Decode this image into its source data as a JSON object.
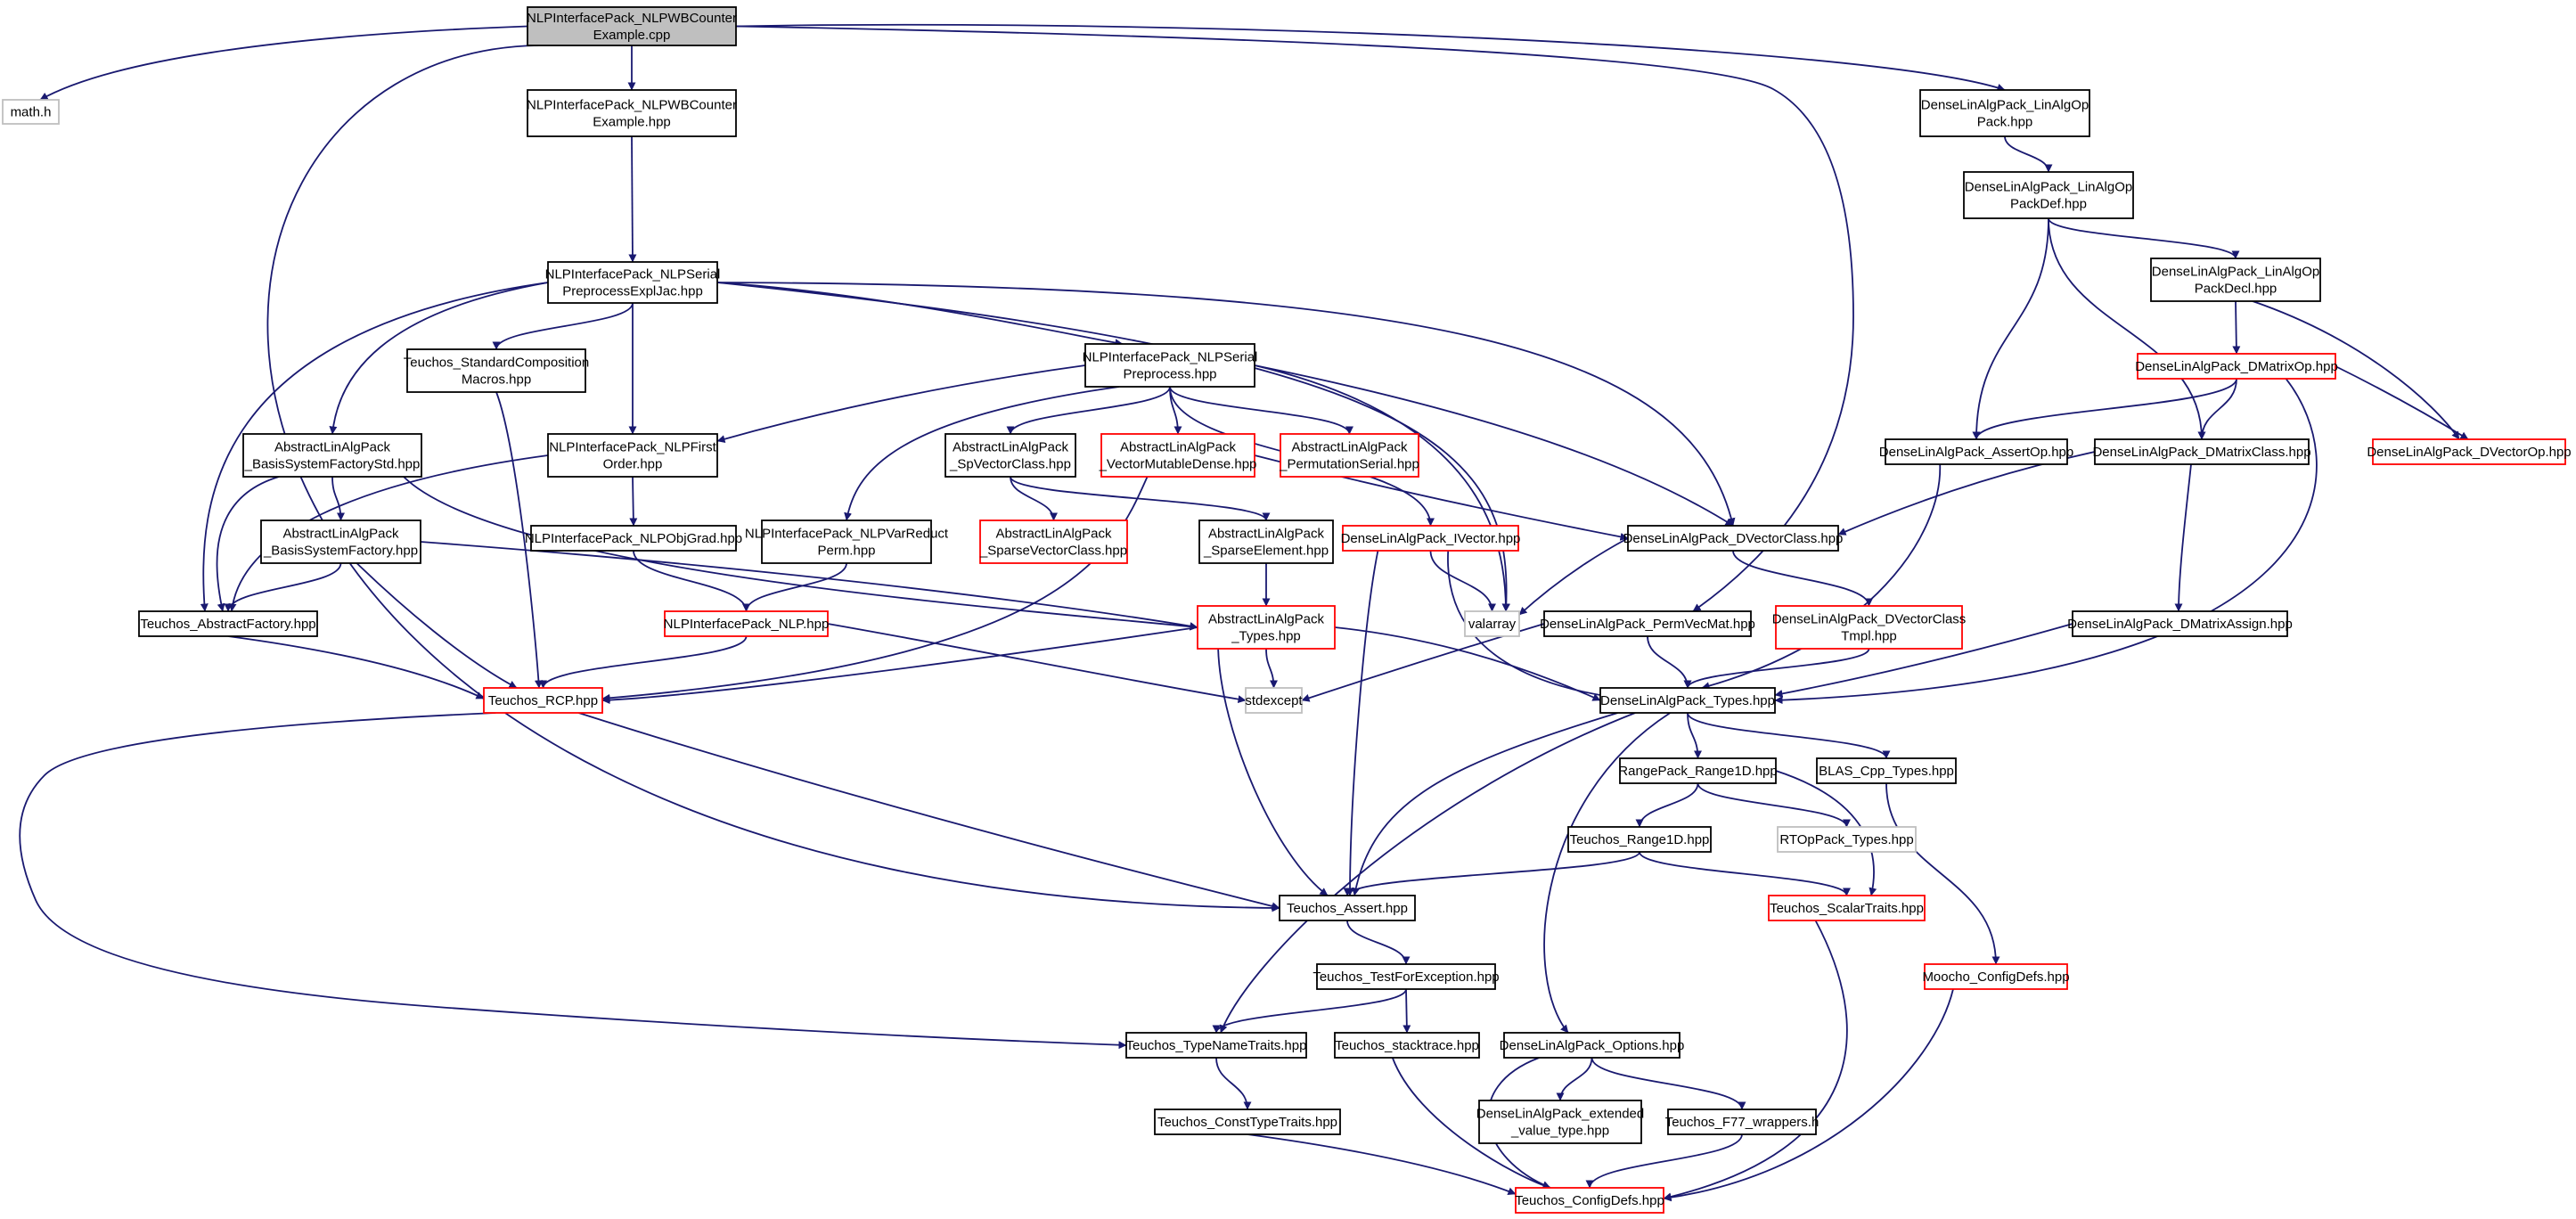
{
  "graph": {
    "colors": {
      "edge": "#191970",
      "normal_border": "#000000",
      "red_border": "#ff0000",
      "gray_border": "#bfbfbf",
      "root_fill": "#bfbfbf"
    },
    "nodes": [
      {
        "id": "root",
        "lines": [
          "NLPInterfacePack_NLPWBCounter",
          "Example.cpp"
        ],
        "style": "root"
      },
      {
        "id": "math",
        "lines": [
          "math.h"
        ],
        "style": "gray"
      },
      {
        "id": "nlpwb_hpp",
        "lines": [
          "NLPInterfacePack_NLPWBCounter",
          "Example.hpp"
        ],
        "style": "normal"
      },
      {
        "id": "dla_linalgop",
        "lines": [
          "DenseLinAlgPack_LinAlgOp",
          "Pack.hpp"
        ],
        "style": "normal"
      },
      {
        "id": "dla_linalgopdef",
        "lines": [
          "DenseLinAlgPack_LinAlgOp",
          "PackDef.hpp"
        ],
        "style": "normal"
      },
      {
        "id": "nlpserial_expl",
        "lines": [
          "NLPInterfacePack_NLPSerial",
          "PreprocessExplJac.hpp"
        ],
        "style": "normal"
      },
      {
        "id": "dla_linalgopdecl",
        "lines": [
          "DenseLinAlgPack_LinAlgOp",
          "PackDecl.hpp"
        ],
        "style": "normal"
      },
      {
        "id": "teuchos_stdcomp",
        "lines": [
          "Teuchos_StandardComposition",
          "Macros.hpp"
        ],
        "style": "normal"
      },
      {
        "id": "nlpserial_pre",
        "lines": [
          "NLPInterfacePack_NLPSerial",
          "Preprocess.hpp"
        ],
        "style": "normal"
      },
      {
        "id": "dla_dmatrixop",
        "lines": [
          "DenseLinAlgPack_DMatrixOp.hpp"
        ],
        "style": "red"
      },
      {
        "id": "alap_bsfstd",
        "lines": [
          "AbstractLinAlgPack",
          "_BasisSystemFactoryStd.hpp"
        ],
        "style": "normal"
      },
      {
        "id": "nlp_first",
        "lines": [
          "NLPInterfacePack_NLPFirst",
          "Order.hpp"
        ],
        "style": "normal"
      },
      {
        "id": "alap_spvec",
        "lines": [
          "AbstractLinAlgPack",
          "_SpVectorClass.hpp"
        ],
        "style": "normal"
      },
      {
        "id": "alap_vecmut",
        "lines": [
          "AbstractLinAlgPack",
          "_VectorMutableDense.hpp"
        ],
        "style": "red"
      },
      {
        "id": "alap_perm",
        "lines": [
          "AbstractLinAlgPack",
          "_PermutationSerial.hpp"
        ],
        "style": "red"
      },
      {
        "id": "dla_assertop",
        "lines": [
          "DenseLinAlgPack_AssertOp.hpp"
        ],
        "style": "normal"
      },
      {
        "id": "dla_dmatrixclass",
        "lines": [
          "DenseLinAlgPack_DMatrixClass.hpp"
        ],
        "style": "normal"
      },
      {
        "id": "dla_dvectorop",
        "lines": [
          "DenseLinAlgPack_DVectorOp.hpp"
        ],
        "style": "red"
      },
      {
        "id": "alap_bsf",
        "lines": [
          "AbstractLinAlgPack",
          "_BasisSystemFactory.hpp"
        ],
        "style": "normal"
      },
      {
        "id": "nlp_objgrad",
        "lines": [
          "NLPInterfacePack_NLPObjGrad.hpp"
        ],
        "style": "normal"
      },
      {
        "id": "nlp_varreduct",
        "lines": [
          "NLPInterfacePack_NLPVarReduct",
          "Perm.hpp"
        ],
        "style": "normal"
      },
      {
        "id": "alap_sparsevec",
        "lines": [
          "AbstractLinAlgPack",
          "_SparseVectorClass.hpp"
        ],
        "style": "red"
      },
      {
        "id": "alap_sparseel",
        "lines": [
          "AbstractLinAlgPack",
          "_SparseElement.hpp"
        ],
        "style": "normal"
      },
      {
        "id": "dla_ivector",
        "lines": [
          "DenseLinAlgPack_IVector.hpp"
        ],
        "style": "red"
      },
      {
        "id": "dla_dvectorclass",
        "lines": [
          "DenseLinAlgPack_DVectorClass.hpp"
        ],
        "style": "normal"
      },
      {
        "id": "teuchos_absfact",
        "lines": [
          "Teuchos_AbstractFactory.hpp"
        ],
        "style": "normal"
      },
      {
        "id": "nlp_nlp",
        "lines": [
          "NLPInterfacePack_NLP.hpp"
        ],
        "style": "red"
      },
      {
        "id": "alap_types",
        "lines": [
          "AbstractLinAlgPack",
          "_Types.hpp"
        ],
        "style": "red"
      },
      {
        "id": "valarray",
        "lines": [
          "valarray"
        ],
        "style": "gray"
      },
      {
        "id": "dla_permvec",
        "lines": [
          "DenseLinAlgPack_PermVecMat.hpp"
        ],
        "style": "normal"
      },
      {
        "id": "dla_dvectortmpl",
        "lines": [
          "DenseLinAlgPack_DVectorClass",
          "Tmpl.hpp"
        ],
        "style": "red"
      },
      {
        "id": "dla_dmatrixassign",
        "lines": [
          "DenseLinAlgPack_DMatrixAssign.hpp"
        ],
        "style": "normal"
      },
      {
        "id": "teuchos_rcp",
        "lines": [
          "Teuchos_RCP.hpp"
        ],
        "style": "red"
      },
      {
        "id": "stdexcept",
        "lines": [
          "stdexcept"
        ],
        "style": "gray"
      },
      {
        "id": "dla_types",
        "lines": [
          "DenseLinAlgPack_Types.hpp"
        ],
        "style": "normal"
      },
      {
        "id": "rangepack",
        "lines": [
          "RangePack_Range1D.hpp"
        ],
        "style": "normal"
      },
      {
        "id": "blas_types",
        "lines": [
          "BLAS_Cpp_Types.hpp"
        ],
        "style": "normal"
      },
      {
        "id": "teuchos_range1d",
        "lines": [
          "Teuchos_Range1D.hpp"
        ],
        "style": "normal"
      },
      {
        "id": "rtop_types",
        "lines": [
          "RTOpPack_Types.hpp"
        ],
        "style": "gray"
      },
      {
        "id": "teuchos_assert",
        "lines": [
          "Teuchos_Assert.hpp"
        ],
        "style": "normal"
      },
      {
        "id": "teuchos_scalar",
        "lines": [
          "Teuchos_ScalarTraits.hpp"
        ],
        "style": "red"
      },
      {
        "id": "teuchos_testexc",
        "lines": [
          "Teuchos_TestForException.hpp"
        ],
        "style": "normal"
      },
      {
        "id": "moocho_config",
        "lines": [
          "Moocho_ConfigDefs.hpp"
        ],
        "style": "red"
      },
      {
        "id": "teuchos_typename",
        "lines": [
          "Teuchos_TypeNameTraits.hpp"
        ],
        "style": "normal"
      },
      {
        "id": "teuchos_stack",
        "lines": [
          "Teuchos_stacktrace.hpp"
        ],
        "style": "normal"
      },
      {
        "id": "dla_options",
        "lines": [
          "DenseLinAlgPack_Options.hpp"
        ],
        "style": "normal"
      },
      {
        "id": "teuchos_consttype",
        "lines": [
          "Teuchos_ConstTypeTraits.hpp"
        ],
        "style": "normal"
      },
      {
        "id": "dla_extvalue",
        "lines": [
          "DenseLinAlgPack_extended",
          "_value_type.hpp"
        ],
        "style": "normal"
      },
      {
        "id": "teuchos_f77",
        "lines": [
          "Teuchos_F77_wrappers.h"
        ],
        "style": "normal"
      },
      {
        "id": "teuchos_config",
        "lines": [
          "Teuchos_ConfigDefs.hpp"
        ],
        "style": "red"
      }
    ],
    "edges": [
      [
        "root",
        "math"
      ],
      [
        "root",
        "nlpwb_hpp"
      ],
      [
        "root",
        "dla_linalgop"
      ],
      [
        "root",
        "teuchos_assert"
      ],
      [
        "root",
        "dla_permvec"
      ],
      [
        "nlpwb_hpp",
        "nlpserial_expl"
      ],
      [
        "dla_linalgop",
        "dla_linalgopdef"
      ],
      [
        "dla_linalgopdef",
        "dla_linalgopdecl"
      ],
      [
        "dla_linalgopdef",
        "dla_assertop"
      ],
      [
        "dla_linalgopdef",
        "dla_dmatrixclass"
      ],
      [
        "dla_linalgopdecl",
        "dla_dmatrixop"
      ],
      [
        "dla_linalgopdecl",
        "dla_dvectorop"
      ],
      [
        "dla_dmatrixop",
        "dla_assertop"
      ],
      [
        "dla_dmatrixop",
        "dla_dmatrixclass"
      ],
      [
        "dla_dmatrixop",
        "dla_dvectorop"
      ],
      [
        "dla_dmatrixop",
        "dla_types"
      ],
      [
        "nlpserial_expl",
        "teuchos_stdcomp"
      ],
      [
        "nlpserial_expl",
        "nlpserial_pre"
      ],
      [
        "nlpserial_expl",
        "alap_bsfstd"
      ],
      [
        "nlpserial_expl",
        "nlp_first"
      ],
      [
        "nlpserial_expl",
        "teuchos_absfact"
      ],
      [
        "nlpserial_expl",
        "valarray"
      ],
      [
        "nlpserial_expl",
        "dla_dvectorclass"
      ],
      [
        "teuchos_stdcomp",
        "teuchos_rcp"
      ],
      [
        "nlpserial_pre",
        "nlp_first"
      ],
      [
        "nlpserial_pre",
        "alap_spvec"
      ],
      [
        "nlpserial_pre",
        "alap_vecmut"
      ],
      [
        "nlpserial_pre",
        "alap_perm"
      ],
      [
        "nlpserial_pre",
        "nlp_varreduct"
      ],
      [
        "nlpserial_pre",
        "dla_ivector"
      ],
      [
        "nlpserial_pre",
        "dla_dvectorclass"
      ],
      [
        "nlpserial_pre",
        "valarray"
      ],
      [
        "alap_bsfstd",
        "alap_bsf"
      ],
      [
        "alap_bsfstd",
        "teuchos_absfact"
      ],
      [
        "alap_bsfstd",
        "alap_types"
      ],
      [
        "nlp_first",
        "nlp_objgrad"
      ],
      [
        "nlp_first",
        "teuchos_absfact"
      ],
      [
        "alap_spvec",
        "alap_sparsevec"
      ],
      [
        "alap_spvec",
        "alap_sparseel"
      ],
      [
        "alap_vecmut",
        "dla_dvectorclass"
      ],
      [
        "alap_vecmut",
        "teuchos_rcp"
      ],
      [
        "dla_assertop",
        "dla_types"
      ],
      [
        "dla_dmatrixclass",
        "dla_dvectorclass"
      ],
      [
        "dla_dmatrixclass",
        "dla_dmatrixassign"
      ],
      [
        "alap_bsf",
        "teuchos_absfact"
      ],
      [
        "alap_bsf",
        "teuchos_rcp"
      ],
      [
        "alap_bsf",
        "alap_types"
      ],
      [
        "nlp_objgrad",
        "nlp_nlp"
      ],
      [
        "nlp_varreduct",
        "nlp_nlp"
      ],
      [
        "alap_sparseel",
        "alap_types"
      ],
      [
        "dla_ivector",
        "valarray"
      ],
      [
        "dla_ivector",
        "dla_types"
      ],
      [
        "dla_ivector",
        "teuchos_assert"
      ],
      [
        "dla_dvectorclass",
        "valarray"
      ],
      [
        "dla_dvectorclass",
        "dla_dvectortmpl"
      ],
      [
        "teuchos_absfact",
        "teuchos_rcp"
      ],
      [
        "nlp_nlp",
        "teuchos_rcp"
      ],
      [
        "nlp_nlp",
        "stdexcept"
      ],
      [
        "alap_types",
        "teuchos_rcp"
      ],
      [
        "alap_types",
        "stdexcept"
      ],
      [
        "alap_types",
        "dla_types"
      ],
      [
        "alap_types",
        "teuchos_assert"
      ],
      [
        "dla_permvec",
        "stdexcept"
      ],
      [
        "dla_permvec",
        "dla_types"
      ],
      [
        "dla_dvectortmpl",
        "dla_types"
      ],
      [
        "dla_dmatrixassign",
        "dla_types"
      ],
      [
        "teuchos_rcp",
        "teuchos_assert"
      ],
      [
        "teuchos_rcp",
        "teuchos_typename"
      ],
      [
        "dla_types",
        "rangepack"
      ],
      [
        "dla_types",
        "blas_types"
      ],
      [
        "dla_types",
        "teuchos_assert"
      ],
      [
        "dla_types",
        "teuchos_typename"
      ],
      [
        "dla_types",
        "dla_options"
      ],
      [
        "rangepack",
        "teuchos_range1d"
      ],
      [
        "rangepack",
        "rtop_types"
      ],
      [
        "rangepack",
        "teuchos_scalar"
      ],
      [
        "blas_types",
        "moocho_config"
      ],
      [
        "teuchos_range1d",
        "teuchos_assert"
      ],
      [
        "teuchos_range1d",
        "teuchos_scalar"
      ],
      [
        "teuchos_assert",
        "teuchos_testexc"
      ],
      [
        "teuchos_scalar",
        "teuchos_config"
      ],
      [
        "teuchos_testexc",
        "teuchos_typename"
      ],
      [
        "teuchos_testexc",
        "teuchos_stack"
      ],
      [
        "moocho_config",
        "teuchos_config"
      ],
      [
        "teuchos_typename",
        "teuchos_consttype"
      ],
      [
        "teuchos_stack",
        "teuchos_config"
      ],
      [
        "dla_options",
        "dla_extvalue"
      ],
      [
        "dla_options",
        "teuchos_f77"
      ],
      [
        "dla_options",
        "teuchos_config"
      ],
      [
        "teuchos_consttype",
        "teuchos_config"
      ],
      [
        "teuchos_f77",
        "teuchos_config"
      ]
    ]
  }
}
